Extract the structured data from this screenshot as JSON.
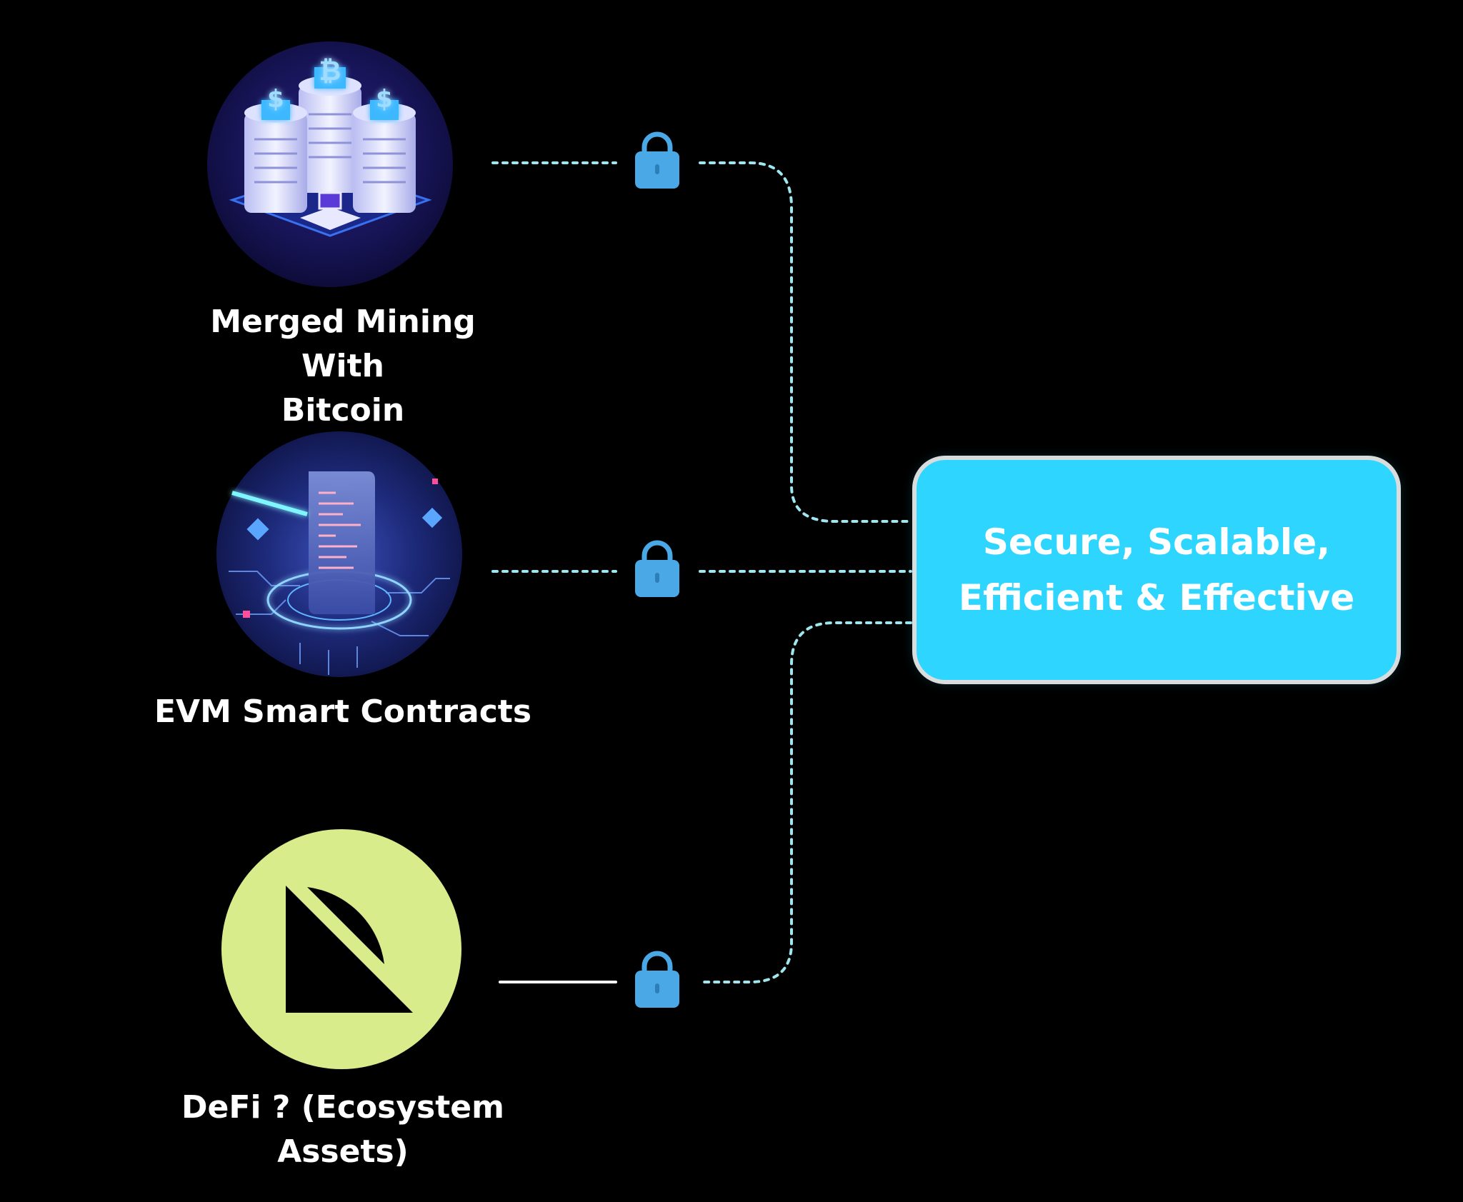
{
  "colors": {
    "background": "#000000",
    "target_box": "#2ed6ff",
    "connector": "#9fe6ee",
    "lock": "#4aa8e6",
    "lime_node": "#d9ec8c"
  },
  "nodes": [
    {
      "id": "merged-mining",
      "icon": "server-stack-bitcoin-icon",
      "label_line1": "Merged Mining With",
      "label_line2": "Bitcoin"
    },
    {
      "id": "smart-contracts",
      "icon": "smart-contract-circuit-icon",
      "label_line1": "EVM Smart Contracts"
    },
    {
      "id": "dlt",
      "icon": "quarter-circle-logo-icon",
      "label_line1": "DeFi ? (Ecosystem Assets)"
    }
  ],
  "connectors": [
    {
      "from": "merged-mining",
      "to": "target",
      "lock_icon": "padlock-icon"
    },
    {
      "from": "smart-contracts",
      "to": "target",
      "lock_icon": "padlock-icon"
    },
    {
      "from": "dlt",
      "to": "target",
      "lock_icon": "padlock-icon"
    }
  ],
  "target": {
    "line1": "Secure, Scalable,",
    "line2": "Efficient & Effective"
  }
}
